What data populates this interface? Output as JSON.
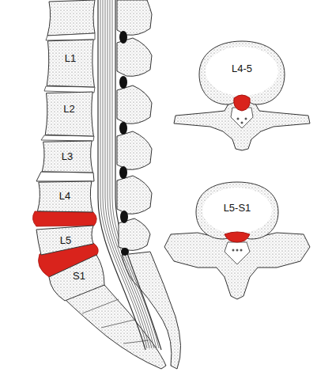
{
  "diagram": {
    "nodes": [
      {
        "text": [
          "L1"
        ]
      },
      {
        "text": [
          "L2"
        ]
      },
      {
        "text": [
          "L3"
        ]
      },
      {
        "text": [
          "L4"
        ]
      },
      {
        "text": [
          "L5"
        ]
      },
      {
        "text": [
          "S1"
        ]
      },
      {
        "text": [
          "L4-5"
        ]
      },
      {
        "text": [
          "L5-S1"
        ]
      }
    ]
  }
}
